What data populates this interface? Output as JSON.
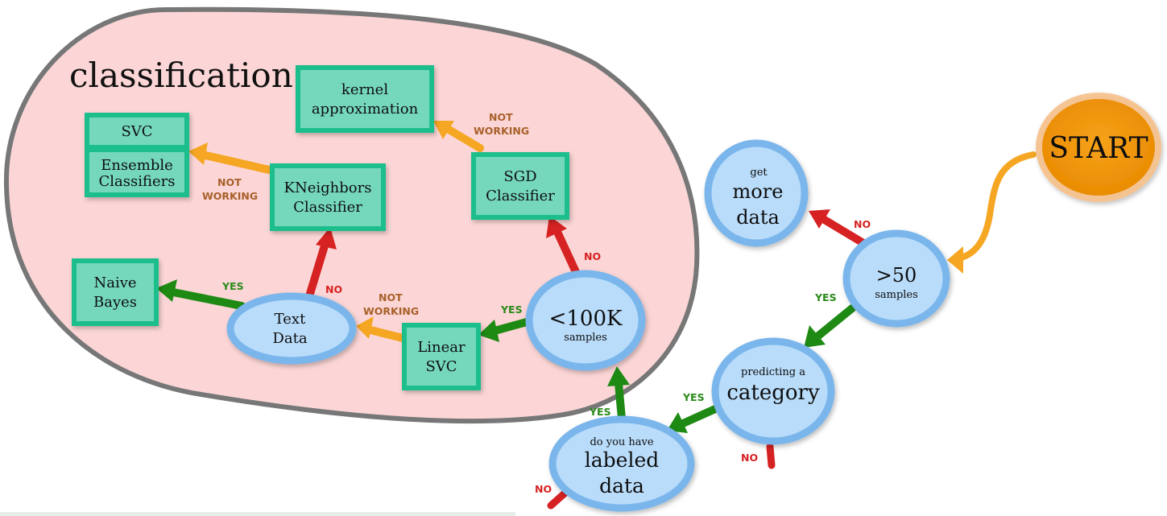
{
  "region": {
    "label": "classification"
  },
  "nodes": {
    "start": {
      "text": "START"
    },
    "more_data": {
      "small": "get",
      "big1": "more",
      "big2": "data"
    },
    "samples50": {
      "big": ">50",
      "small": "samples"
    },
    "category": {
      "small": "predicting a",
      "big": "category"
    },
    "labeled": {
      "small": "do you have",
      "big1": "labeled",
      "big2": "data"
    },
    "samples100k": {
      "big": "<100K",
      "small": "samples"
    },
    "text_data": {
      "line1": "Text",
      "line2": "Data"
    },
    "linear_svc": {
      "line1": "Linear",
      "line2": "SVC"
    },
    "naive_bayes": {
      "line1": "Naive",
      "line2": "Bayes"
    },
    "kneighbors": {
      "line1": "KNeighbors",
      "line2": "Classifier"
    },
    "svc": {
      "line1": "SVC"
    },
    "ensemble": {
      "line1": "Ensemble",
      "line2": "Classifiers"
    },
    "sgd": {
      "line1": "SGD",
      "line2": "Classifier"
    },
    "kernel": {
      "line1": "kernel",
      "line2": "approximation"
    }
  },
  "edges": {
    "e50_more": {
      "l1": "NO"
    },
    "e50_cat": {
      "l1": "YES"
    },
    "ecat_lab": {
      "l1": "YES"
    },
    "ecat_no": {
      "l1": "NO"
    },
    "elab_100k": {
      "l1": "YES"
    },
    "elab_no": {
      "l1": "NO"
    },
    "e100k_sgd": {
      "l1": "NO"
    },
    "e100k_lin": {
      "l1": "YES"
    },
    "elin_text": {
      "l1": "NOT",
      "l2": "WORKING"
    },
    "etext_nb": {
      "l1": "YES"
    },
    "etext_kn": {
      "l1": "NO"
    },
    "ekn_ens": {
      "l1": "NOT",
      "l2": "WORKING"
    },
    "esgd_ker": {
      "l1": "NOT",
      "l2": "WORKING"
    }
  },
  "colors": {
    "yes": "#1e8a14",
    "no": "#d62222",
    "not_working": "#f5a623",
    "start_fill": "#f29a0c",
    "node_fill": "#b9dcfa",
    "node_stroke": "#7ab6ec",
    "box_fill": "#74d8bd",
    "box_stroke": "#1cbf8c",
    "region_fill": "#fcd6d6",
    "region_stroke": "#777777",
    "label_yes": "#2a8a1a",
    "label_no": "#d62222",
    "label_notworking": "#a8602a"
  }
}
